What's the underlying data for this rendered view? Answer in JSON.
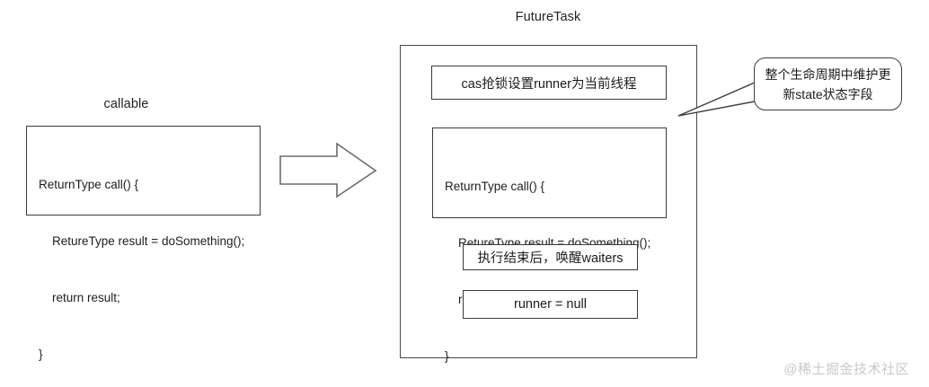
{
  "diagram": {
    "left_section": {
      "title": "callable",
      "code_box": {
        "lines": [
          "ReturnType call() {",
          "    RetureType result = doSomething();",
          "    return result;",
          "}"
        ]
      }
    },
    "arrow": {
      "label": "",
      "direction": "right",
      "style": "hollow-block-arrow"
    },
    "right_section": {
      "title": "FutureTask",
      "steps": [
        {
          "label": "cas抢锁设置runner为当前线程"
        },
        {
          "label": "执行结束后，唤醒waiters"
        },
        {
          "label": "runner = null"
        }
      ],
      "code_box": {
        "lines": [
          "ReturnType call() {",
          "    RetureType result = doSomething();",
          "    return result;",
          "}"
        ]
      }
    },
    "callout": {
      "line1": "整个生命周期中维护更",
      "line2": "新state状态字段"
    },
    "watermark": "@稀土掘金技术社区",
    "colors": {
      "box_border": "#3a3a3a",
      "container_border": "#4a4a4a",
      "text": "#1b1b1b",
      "watermark": "#c9c9c9",
      "background": "#ffffff"
    }
  }
}
